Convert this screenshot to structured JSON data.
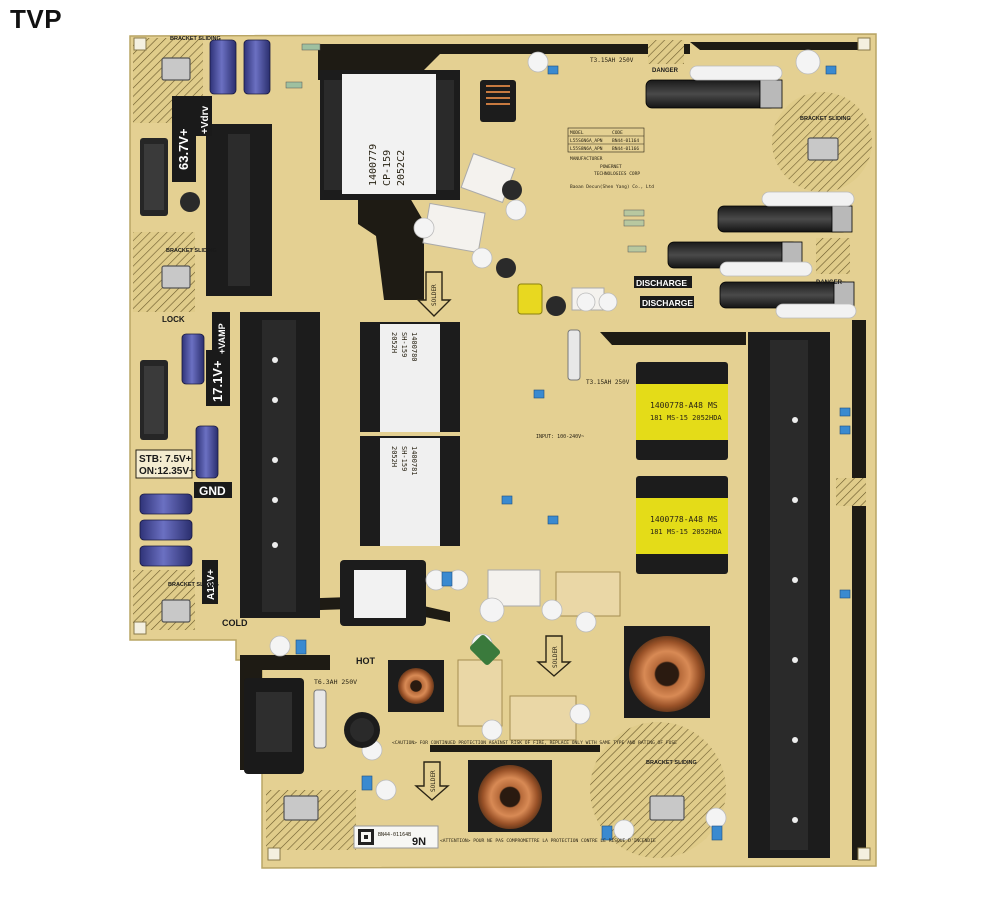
{
  "header": {
    "brand": "TVP"
  },
  "board": {
    "rails": {
      "v63": "63.7V+",
      "vdrv": "+Vdrv",
      "v17": "17.1V+",
      "vamp": "+VAMP",
      "a13": "A13V+",
      "gnd": "GND"
    },
    "stb": {
      "line1": "STB: 7.5V+",
      "line2": "ON:12.35V+"
    },
    "zones": {
      "hot": "HOT",
      "cold": "COLD",
      "lock": "LOCK",
      "danger": "DANGER"
    },
    "discharge": "DISCHARGE",
    "bracket": "BRACKET SLIDING",
    "fuse_main": "T6.3AH 250V",
    "fuse_small": "T3.15AH 250V",
    "transformers": {
      "main": [
        "1400779",
        "CP-159",
        "2052C2"
      ],
      "stack_a": [
        "1400780",
        "SH-159",
        "2052H"
      ],
      "stack_b": [
        "1400781",
        "SH-159",
        "2052H"
      ],
      "yellow_a": [
        "1400778-A48",
        "MS",
        "181 MS-15 2052HDA"
      ],
      "yellow_b": [
        "1400778-A48",
        "MS",
        "181 MS-15 2052HDA"
      ]
    },
    "model_table": [
      "MODEL",
      "CODE",
      "L55S6N6A_APN",
      "BN44-01164",
      "L55S8N6A_APN",
      "BN44-01166"
    ],
    "manufacturer": [
      "MANUFACTURER",
      "POWERNET",
      "TECHNOLOGIES CORP",
      "Baoan Decun(Shen Yang) Co., Ltd"
    ],
    "input_rating": "INPUT: 100-240V~",
    "caution": "<CAUTION> FOR CONTINUED PROTECTION AGAINST RISK OF FIRE, REPLACE ONLY WITH SAME TYPE AND RATING OF FUSE",
    "attention": "<ATTENTION> POUR NE PAS COMPROMETTRE LA PROTECTION CONTRE LE RISQUE D'INCENDIE",
    "label_code": "BN44-01164B",
    "label_rev": "9N",
    "solder": "SOLDER"
  },
  "colors": {
    "pcb": "#e4d092",
    "heatsink": "#1c1c1c",
    "transformer_yellow": "#e4dc18",
    "capacitor_blue": "#4a4e9c",
    "silk_dark": "#2a2415"
  }
}
